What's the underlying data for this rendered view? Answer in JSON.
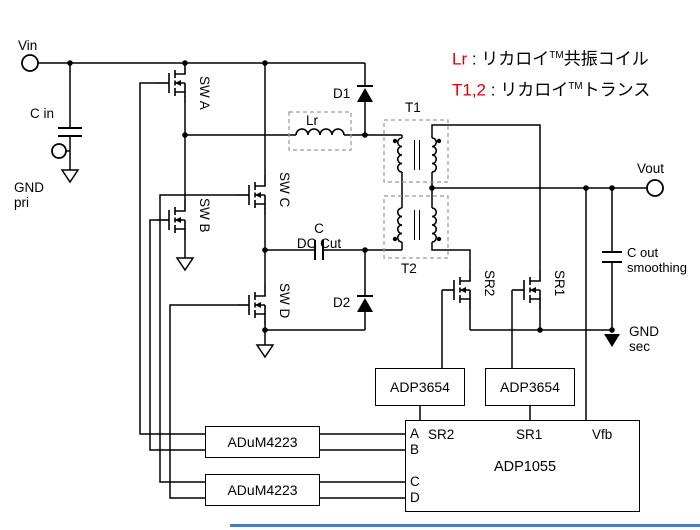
{
  "colors": {
    "wire": "#000000",
    "red_accent": "#dd0000",
    "dashed_box": "#9a9a9a",
    "bottom_bar": "#4a7ebb"
  },
  "labels": {
    "vin": "Vin",
    "c_in": "C in",
    "gnd_pri_line1": "GND",
    "gnd_pri_line2": "pri",
    "sw_a": "SW A",
    "sw_b": "SW B",
    "sw_c": "SW C",
    "sw_d": "SW D",
    "lr": "Lr",
    "d1": "D1",
    "d2": "D2",
    "c_dc_line1": "C",
    "c_dc_line2": "DC Cut",
    "t1": "T1",
    "t2": "T2",
    "sr2": "SR2",
    "sr1": "SR1",
    "vout": "Vout",
    "c_out_line1": "C out",
    "c_out_line2": "smoothing",
    "gnd_sec_line1": "GND",
    "gnd_sec_line2": "sec"
  },
  "ics": {
    "adp3654_left": "ADP3654",
    "adp3654_right": "ADP3654",
    "adum4223_top": "ADuM4223",
    "adum4223_bottom": "ADuM4223",
    "adp1055": "ADP1055"
  },
  "adp1055_pins": {
    "a": "A",
    "b": "B",
    "c": "C",
    "d": "D",
    "sr2": "SR2",
    "sr1": "SR1",
    "vfb": "Vfb"
  },
  "legend": {
    "line1": {
      "term": "Lr",
      "sep": " : ",
      "name": "リカロイ",
      "tm": "TM",
      "desc": "共振コイル"
    },
    "line2": {
      "term": "T1,2",
      "sep": " : ",
      "name": "リカロイ",
      "tm": "TM",
      "desc": "トランス"
    }
  }
}
